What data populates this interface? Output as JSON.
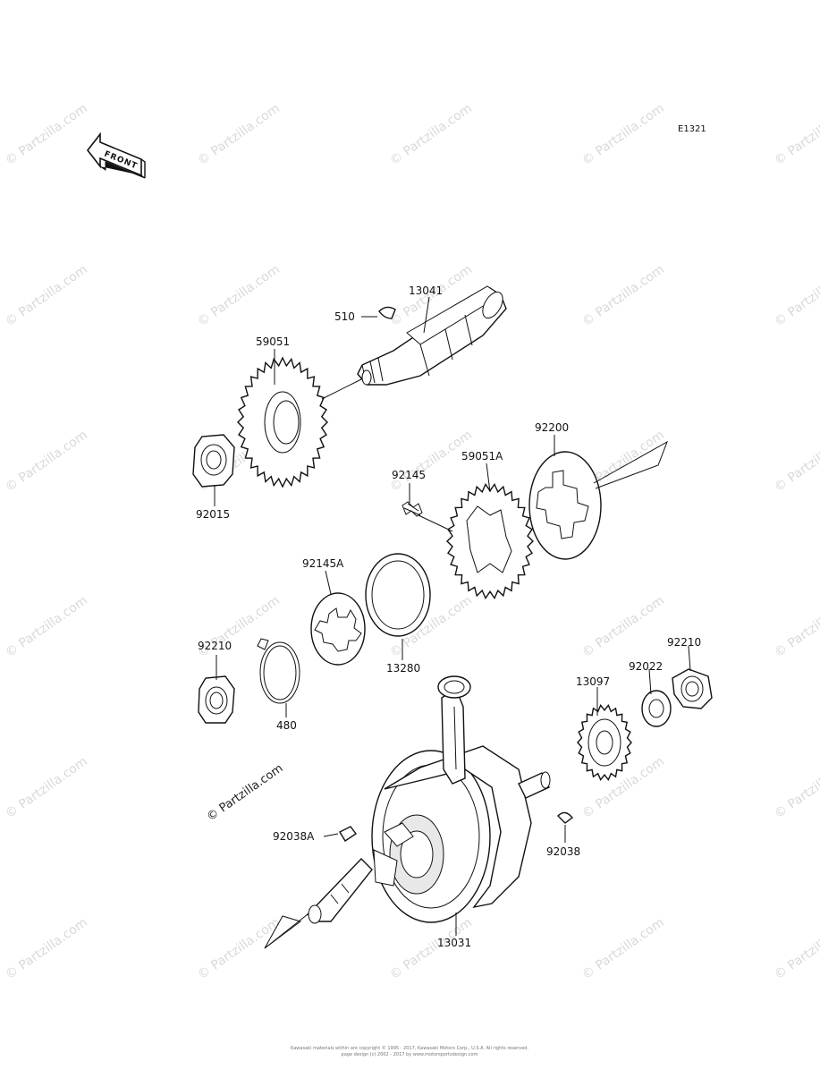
{
  "diagram": {
    "ref_code": "E1321",
    "front_label": "FRONT",
    "watermark_text": "© Partzilla.com",
    "copyright_lines": [
      "Kawasaki materials within are copyright © 1995 - 2017, Kawasaki Motors Corp., U.S.A. All rights reserved.",
      "page design (c) 2002 - 2017 by www.motorsportsdesign.com"
    ],
    "callouts": [
      {
        "id": "13041",
        "text": "13041"
      },
      {
        "id": "510",
        "text": "510"
      },
      {
        "id": "59051",
        "text": "59051"
      },
      {
        "id": "92015",
        "text": "92015"
      },
      {
        "id": "92200",
        "text": "92200"
      },
      {
        "id": "59051A",
        "text": "59051A"
      },
      {
        "id": "92145",
        "text": "92145"
      },
      {
        "id": "92145A",
        "text": "92145A"
      },
      {
        "id": "13280",
        "text": "13280"
      },
      {
        "id": "92210L",
        "text": "92210"
      },
      {
        "id": "480",
        "text": "480"
      },
      {
        "id": "92210R",
        "text": "92210"
      },
      {
        "id": "92022",
        "text": "92022"
      },
      {
        "id": "13097",
        "text": "13097"
      },
      {
        "id": "92038A",
        "text": "92038A"
      },
      {
        "id": "92038",
        "text": "92038"
      },
      {
        "id": "13031",
        "text": "13031"
      }
    ]
  },
  "colors": {
    "line": "#111111",
    "watermark": "#d9d9d9",
    "background": "#ffffff"
  }
}
